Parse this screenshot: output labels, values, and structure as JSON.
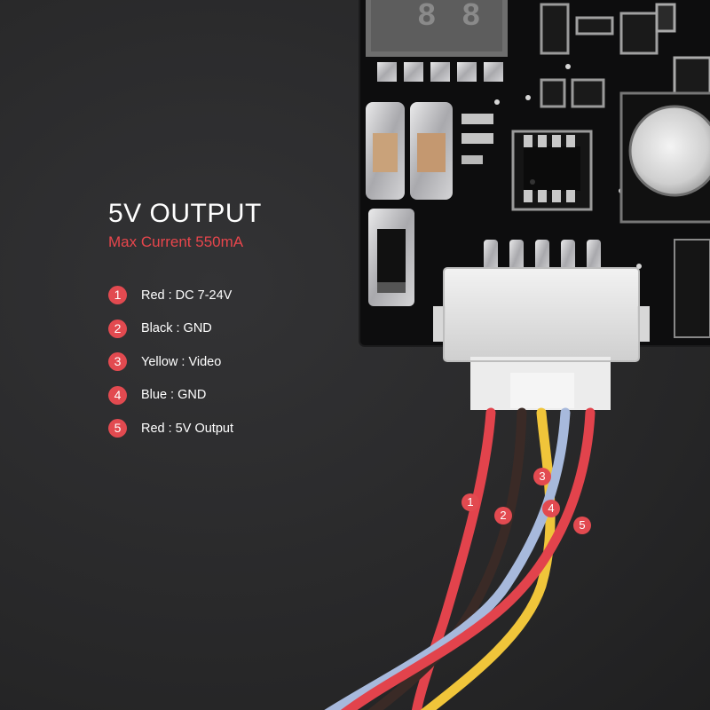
{
  "heading": {
    "title": "5V OUTPUT",
    "subtitle": "Max Current 550mA"
  },
  "pins": [
    {
      "number": "1",
      "label": "Red : DC 7-24V"
    },
    {
      "number": "2",
      "label": "Black : GND"
    },
    {
      "number": "3",
      "label": "Yellow : Video"
    },
    {
      "number": "4",
      "label": "Blue : GND"
    },
    {
      "number": "5",
      "label": "Red : 5V Output"
    }
  ],
  "wire_tags": [
    "1",
    "2",
    "3",
    "4",
    "5"
  ],
  "colors": {
    "background": "#2b2b2c",
    "accent": "#e24a50",
    "wire_red": "#e2434c",
    "wire_black": "#3a2a26",
    "wire_yellow": "#f0c53a",
    "wire_blue": "#a7b9dc",
    "connector": "#e6e6e6",
    "pcb": "#0d0d0e"
  }
}
